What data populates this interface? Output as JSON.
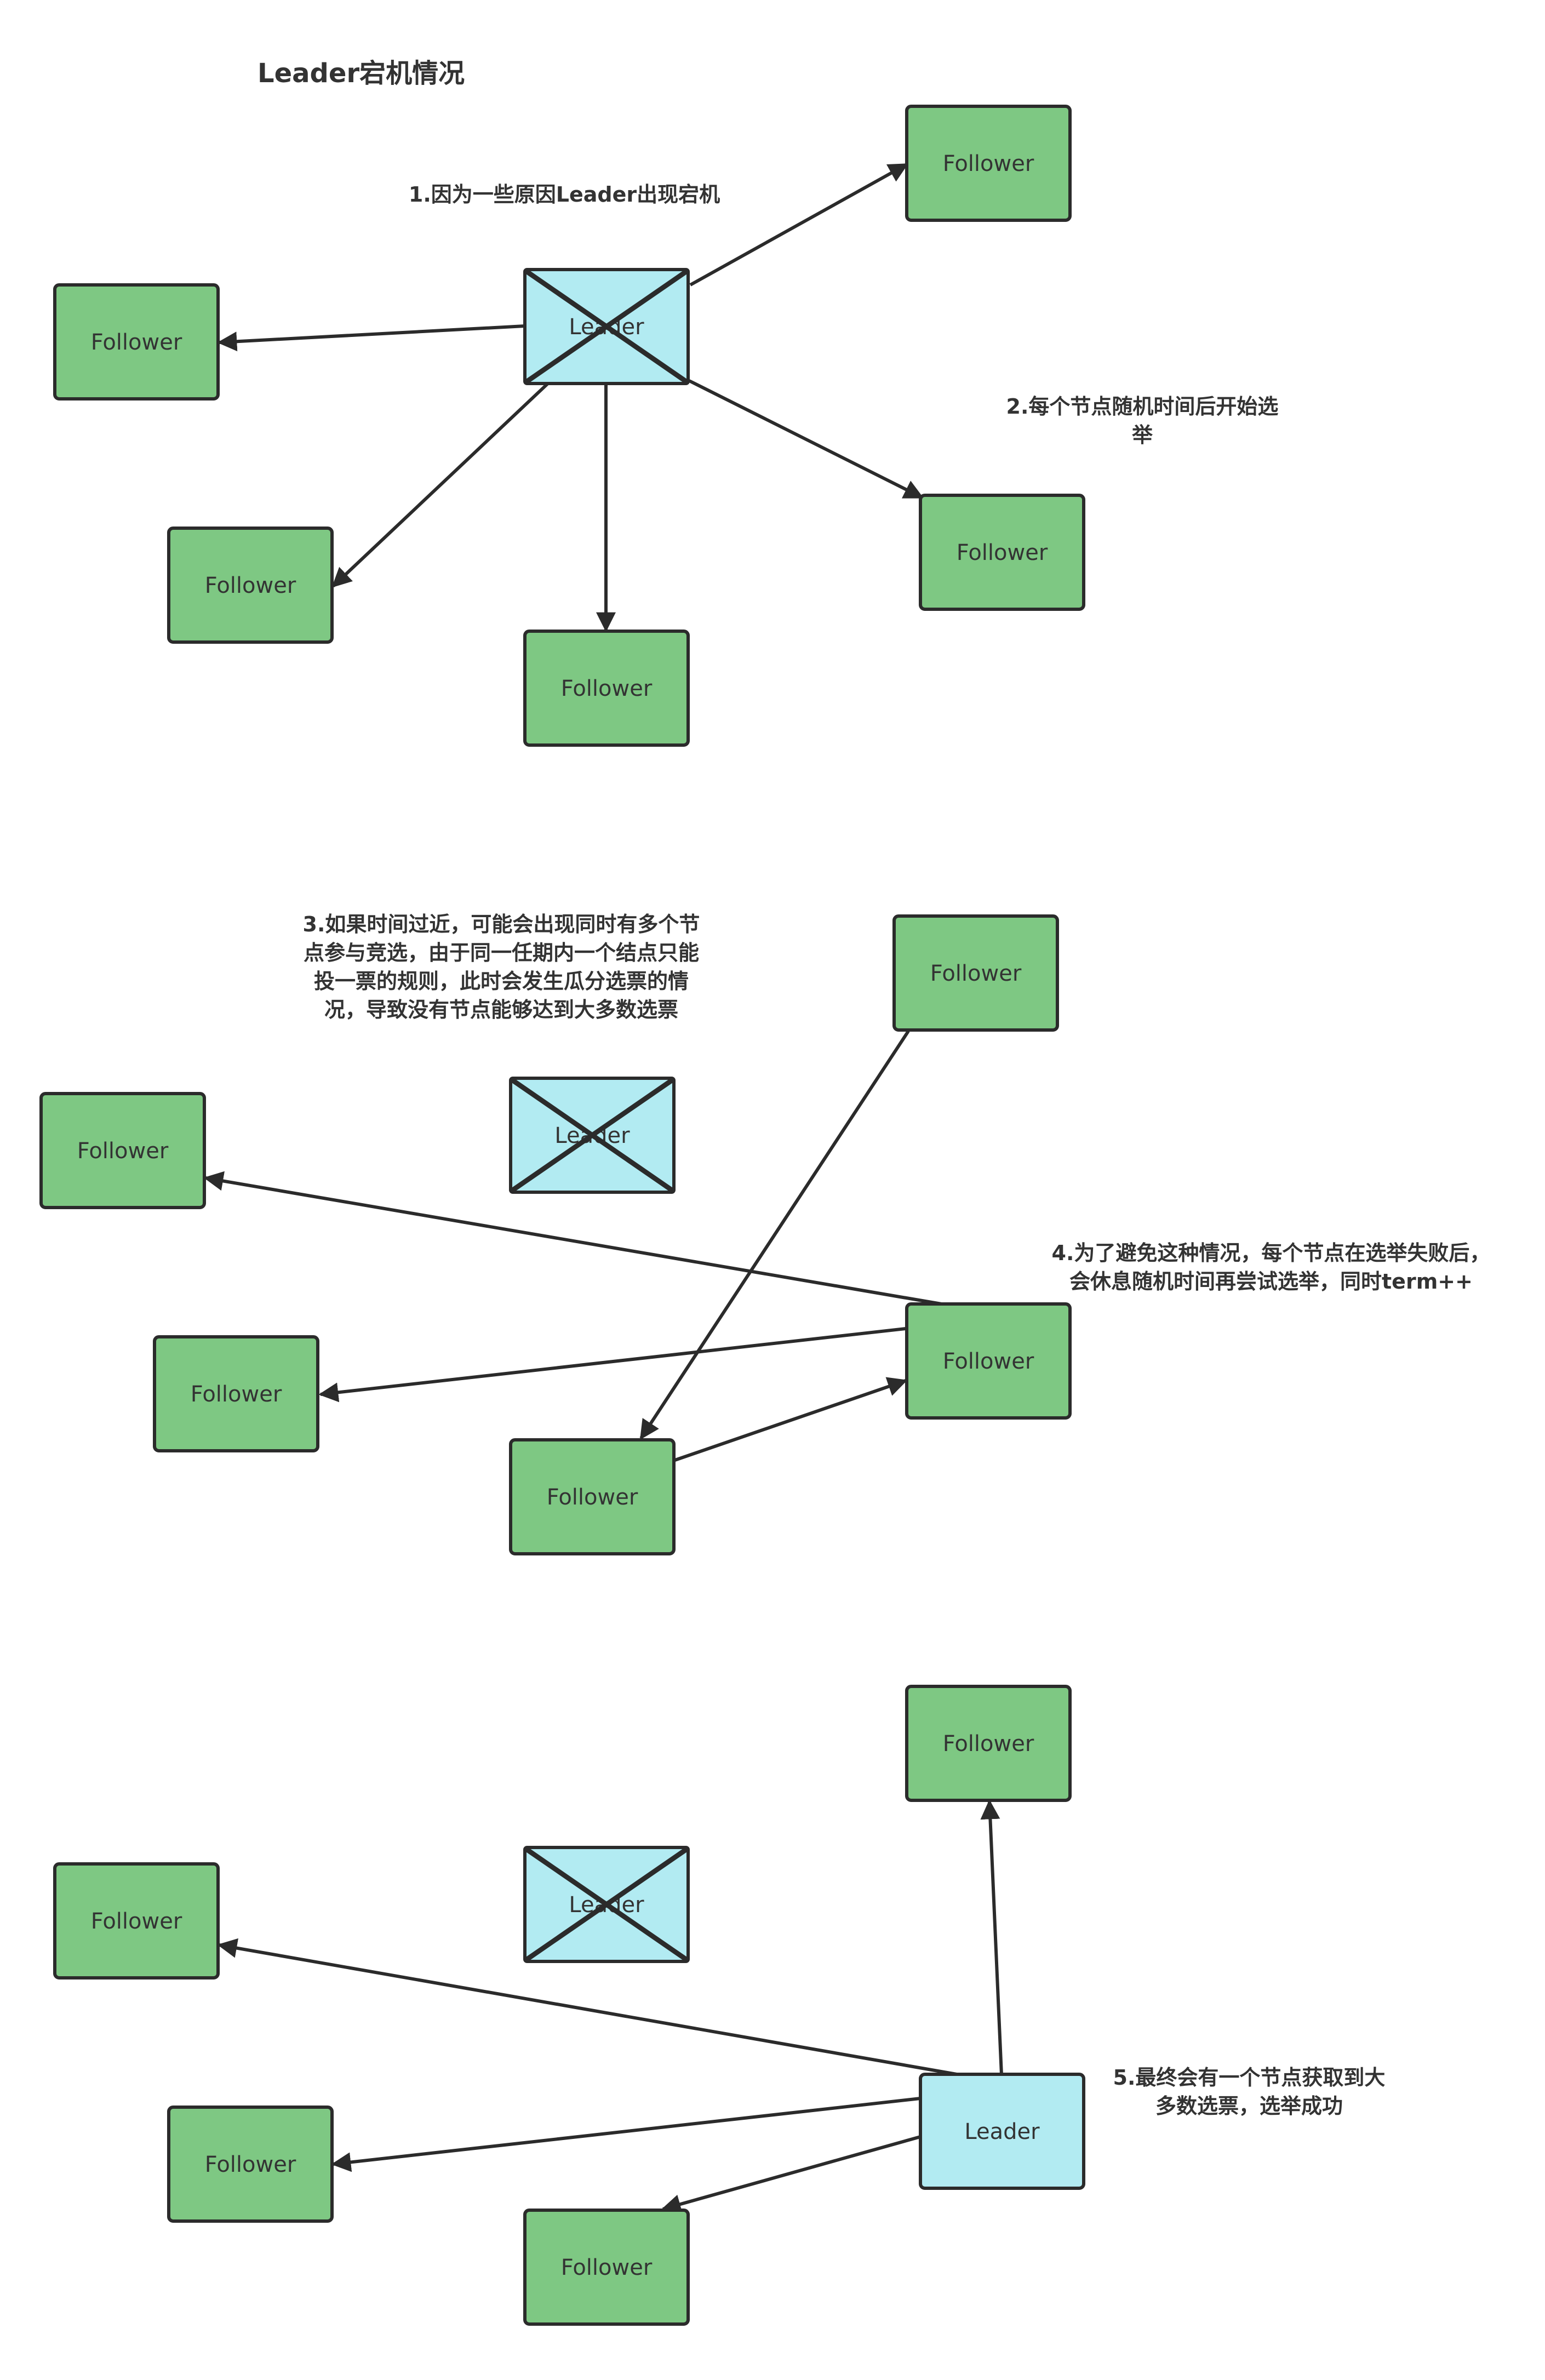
{
  "title": "Leader宕机情况",
  "colors": {
    "follower": "#7ec883",
    "leader": "#b2ebf2",
    "stroke": "#2b2b2b",
    "text": "#333333"
  },
  "labels": {
    "follower": "Follower",
    "leader": "Leader"
  },
  "notes": {
    "note1": [
      "1.因为一些原因Leader出现宕机"
    ],
    "note2": [
      "2.每个节点随机时间后开始选",
      "举"
    ],
    "note3": [
      "3.如果时间过近，可能会出现同时有多个节",
      "点参与竞选，由于同一任期内一个结点只能",
      "投一票的规则，此时会发生瓜分选票的情",
      "况，导致没有节点能够达到大多数选票"
    ],
    "note4": [
      "4.为了避免这种情况，每个节点在选举失败后，",
      "会休息随机时间再尝试选举，同时term++"
    ],
    "note5": [
      "5.最终会有一个节点获取到大",
      "多数选票，选举成功"
    ]
  }
}
